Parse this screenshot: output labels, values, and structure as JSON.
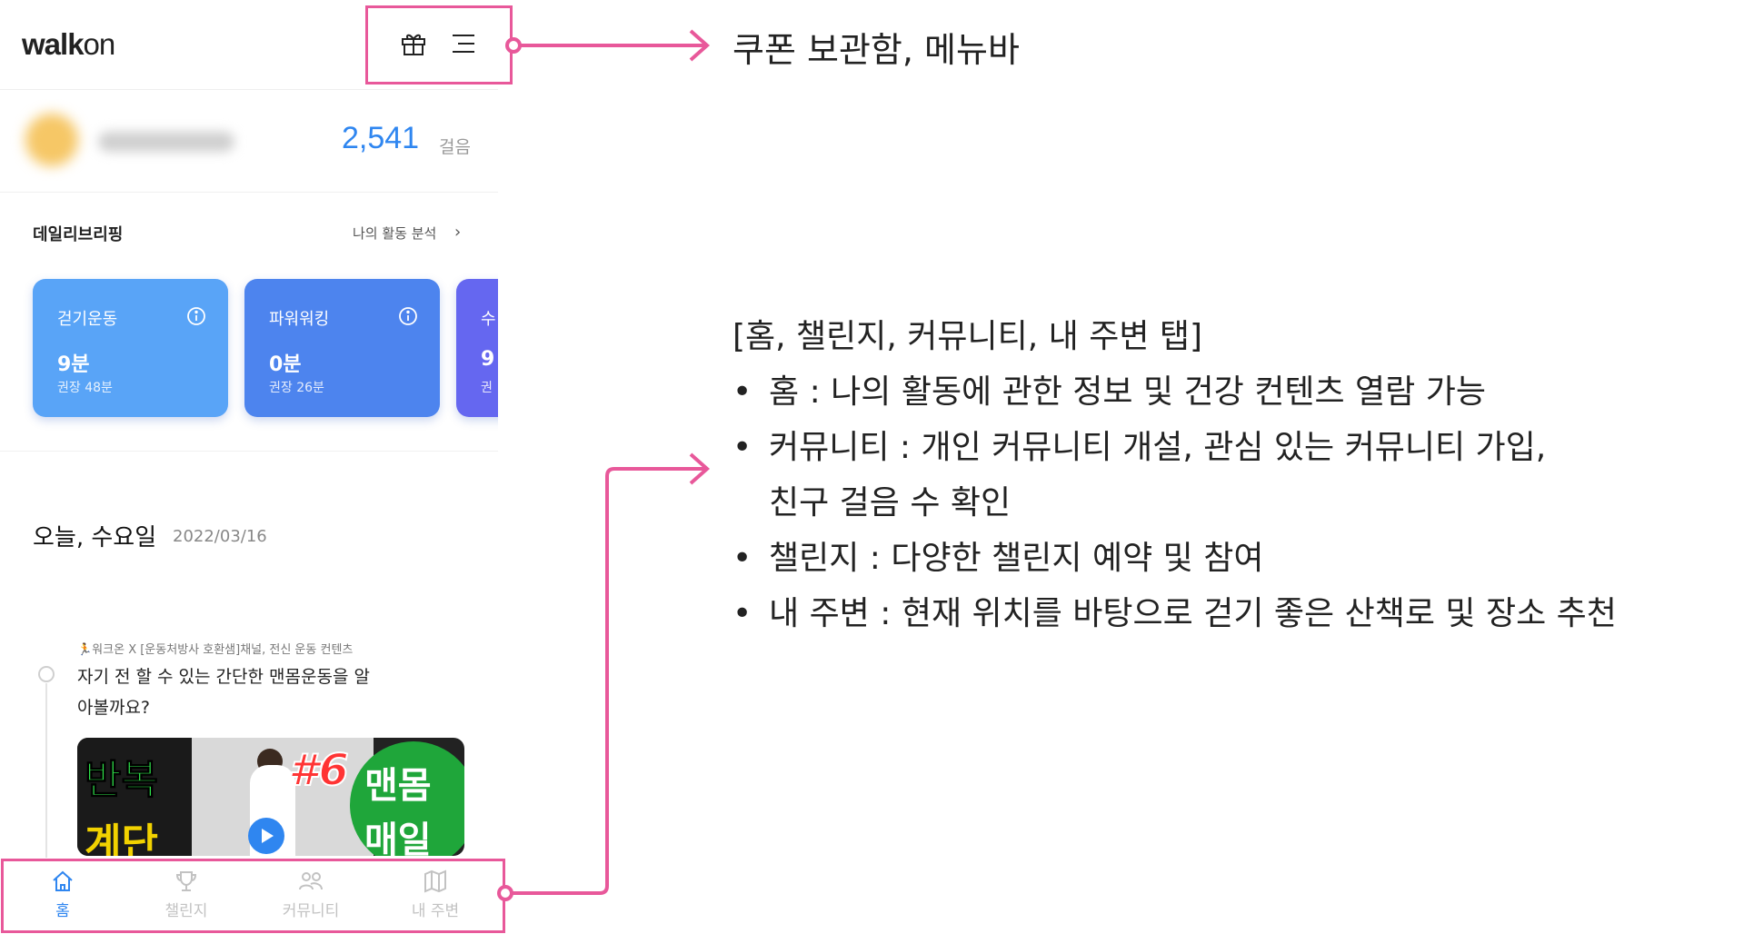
{
  "app": {
    "logo_bold": "walk",
    "logo_rest": "on"
  },
  "profile": {
    "steps": "2,541",
    "steps_unit": "걸음"
  },
  "briefing": {
    "title": "데일리브리핑",
    "link": "나의 활동 분석",
    "cards": [
      {
        "title": "걷기운동",
        "value": "9분",
        "sub": "권장 48분"
      },
      {
        "title": "파워워킹",
        "value": "0분",
        "sub": "권장 26분"
      },
      {
        "title": "수",
        "value": "9",
        "sub": "권"
      }
    ]
  },
  "today": {
    "label": "오늘, 수요일",
    "date": "2022/03/16"
  },
  "feed": {
    "source": "🏃워크온 X [운동처방사 호환샘]채널, 전신 운동 컨텐츠",
    "title": "자기 전 할 수 있는 간단한 맨몸운동을 알아볼까요?",
    "thumb_text": [
      "반복",
      "계단",
      "#6",
      "맨몸",
      "매일"
    ]
  },
  "nav": {
    "items": [
      {
        "label": "홈",
        "icon": "home-icon",
        "active": true
      },
      {
        "label": "챌린지",
        "icon": "trophy-icon",
        "active": false
      },
      {
        "label": "커뮤니티",
        "icon": "people-icon",
        "active": false
      },
      {
        "label": "내 주변",
        "icon": "map-icon",
        "active": false
      }
    ]
  },
  "annotations": {
    "top": "쿠폰 보관함, 메뉴바",
    "bottom_header": "[홈, 챌린지, 커뮤니티, 내 주변 탭]",
    "bullets": [
      "홈 : 나의 활동에 관한 정보 및 건강 컨텐츠 열람 가능",
      "커뮤니티 : 개인 커뮤니티 개설, 관심 있는 커뮤니티 가입,",
      "친구 걸음 수 확인",
      "챌린지 : 다양한 챌린지 예약 및 참여",
      "내 주변 : 현재 위치를 바탕으로 걷기 좋은 산책로 및 장소 추천"
    ]
  },
  "colors": {
    "accent": "#2f86f0",
    "highlight": "#e8589a"
  }
}
